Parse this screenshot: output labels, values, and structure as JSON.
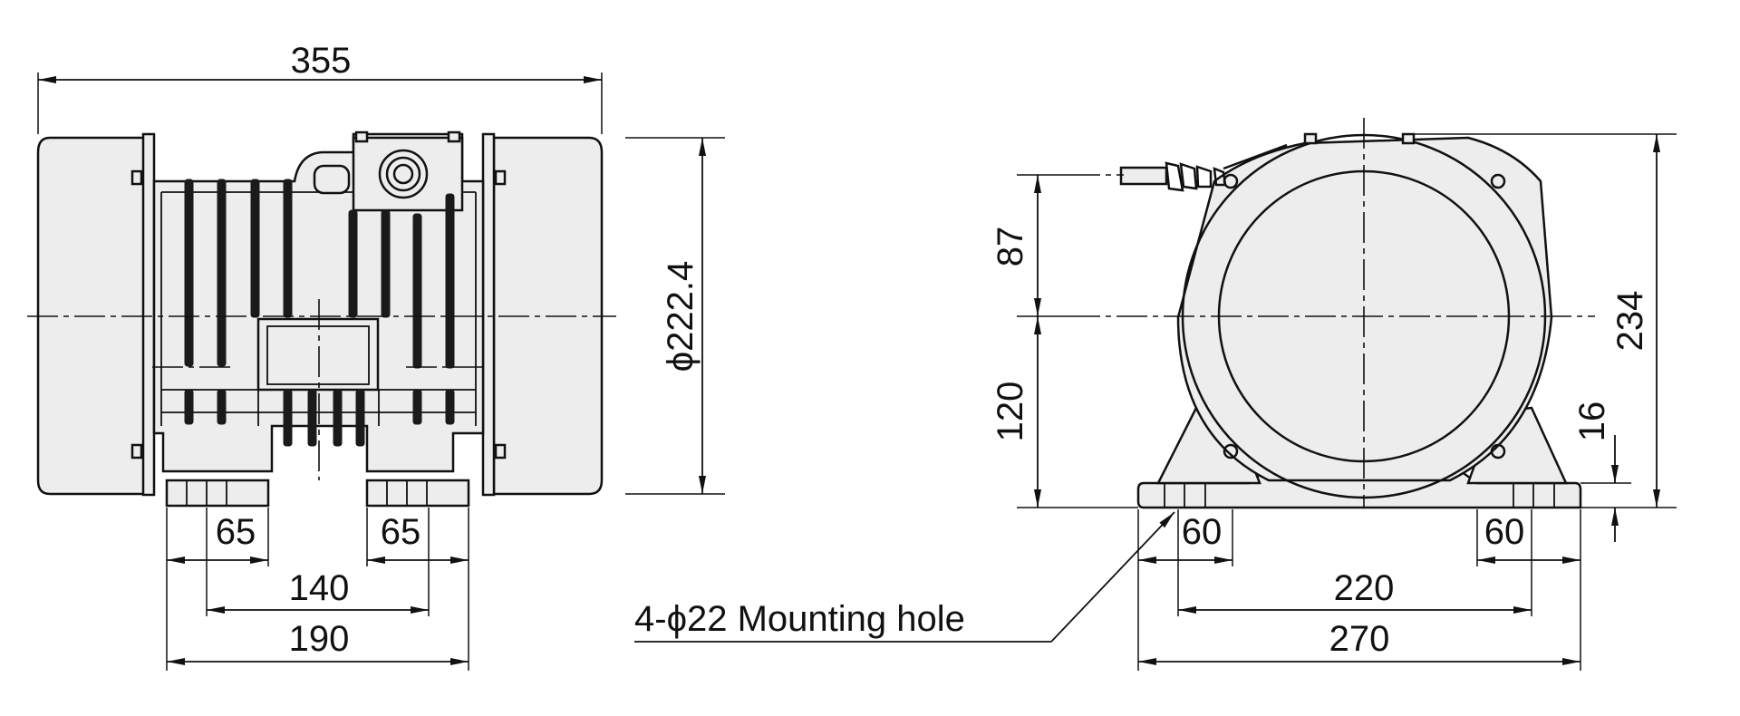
{
  "colors": {
    "body": "#ededed",
    "line": "#111111"
  },
  "front_view": {
    "overall_length": "355",
    "diameter": "ϕ222.4",
    "foot_width_left": "65",
    "foot_width_right": "65",
    "hole_pitch": "140",
    "foot_span": "190"
  },
  "side_view": {
    "center_to_top": "87",
    "center_to_base": "120",
    "overall_height": "234",
    "foot_thickness": "16",
    "foot_width_left": "60",
    "foot_width_right": "60",
    "hole_pitch": "220",
    "base_width": "270"
  },
  "note": {
    "mounting_hole": "4-ϕ22 Mounting hole"
  }
}
